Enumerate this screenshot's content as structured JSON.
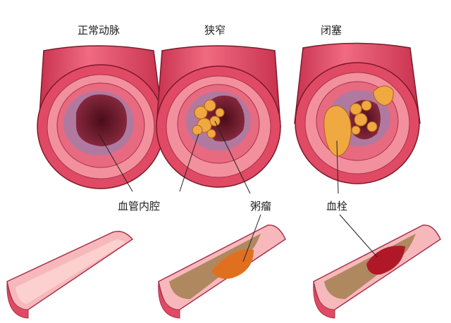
{
  "titles": {
    "normal": "正常动脉",
    "stenosis": "狭窄",
    "occlusion": "闭塞"
  },
  "labels": {
    "lumen": "血管内腔",
    "atheroma": "粥瘤",
    "thrombus": "血栓"
  },
  "colors": {
    "vessel_outer": "#e0506a",
    "vessel_wall": "#f08a9a",
    "lumen_dark": "#6a1a2a",
    "plaque": "#f0a840",
    "thrombus": "#b01828"
  }
}
